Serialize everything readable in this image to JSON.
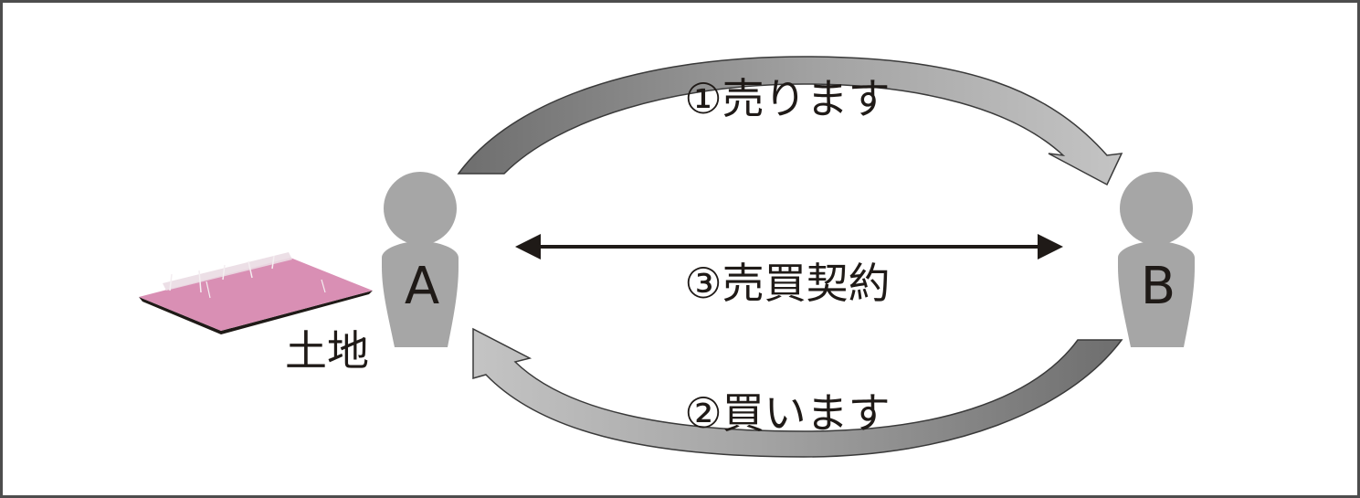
{
  "diagram": {
    "step1": "①売ります",
    "step2": "②買います",
    "step3": "③売買契約",
    "land_label": "土地",
    "person_a": "A",
    "person_b": "B"
  },
  "colors": {
    "arrow_dark": "#6e6e6e",
    "arrow_light": "#bdbdbd",
    "arrow_outline": "#3a3a3a",
    "person_fill": "#a6a6a6",
    "land_fill": "#d98fb4",
    "text": "#1f1a17",
    "frame_border": "#4d4d4d"
  },
  "icons": {
    "person": "person-icon",
    "land": "land-plot-icon"
  }
}
